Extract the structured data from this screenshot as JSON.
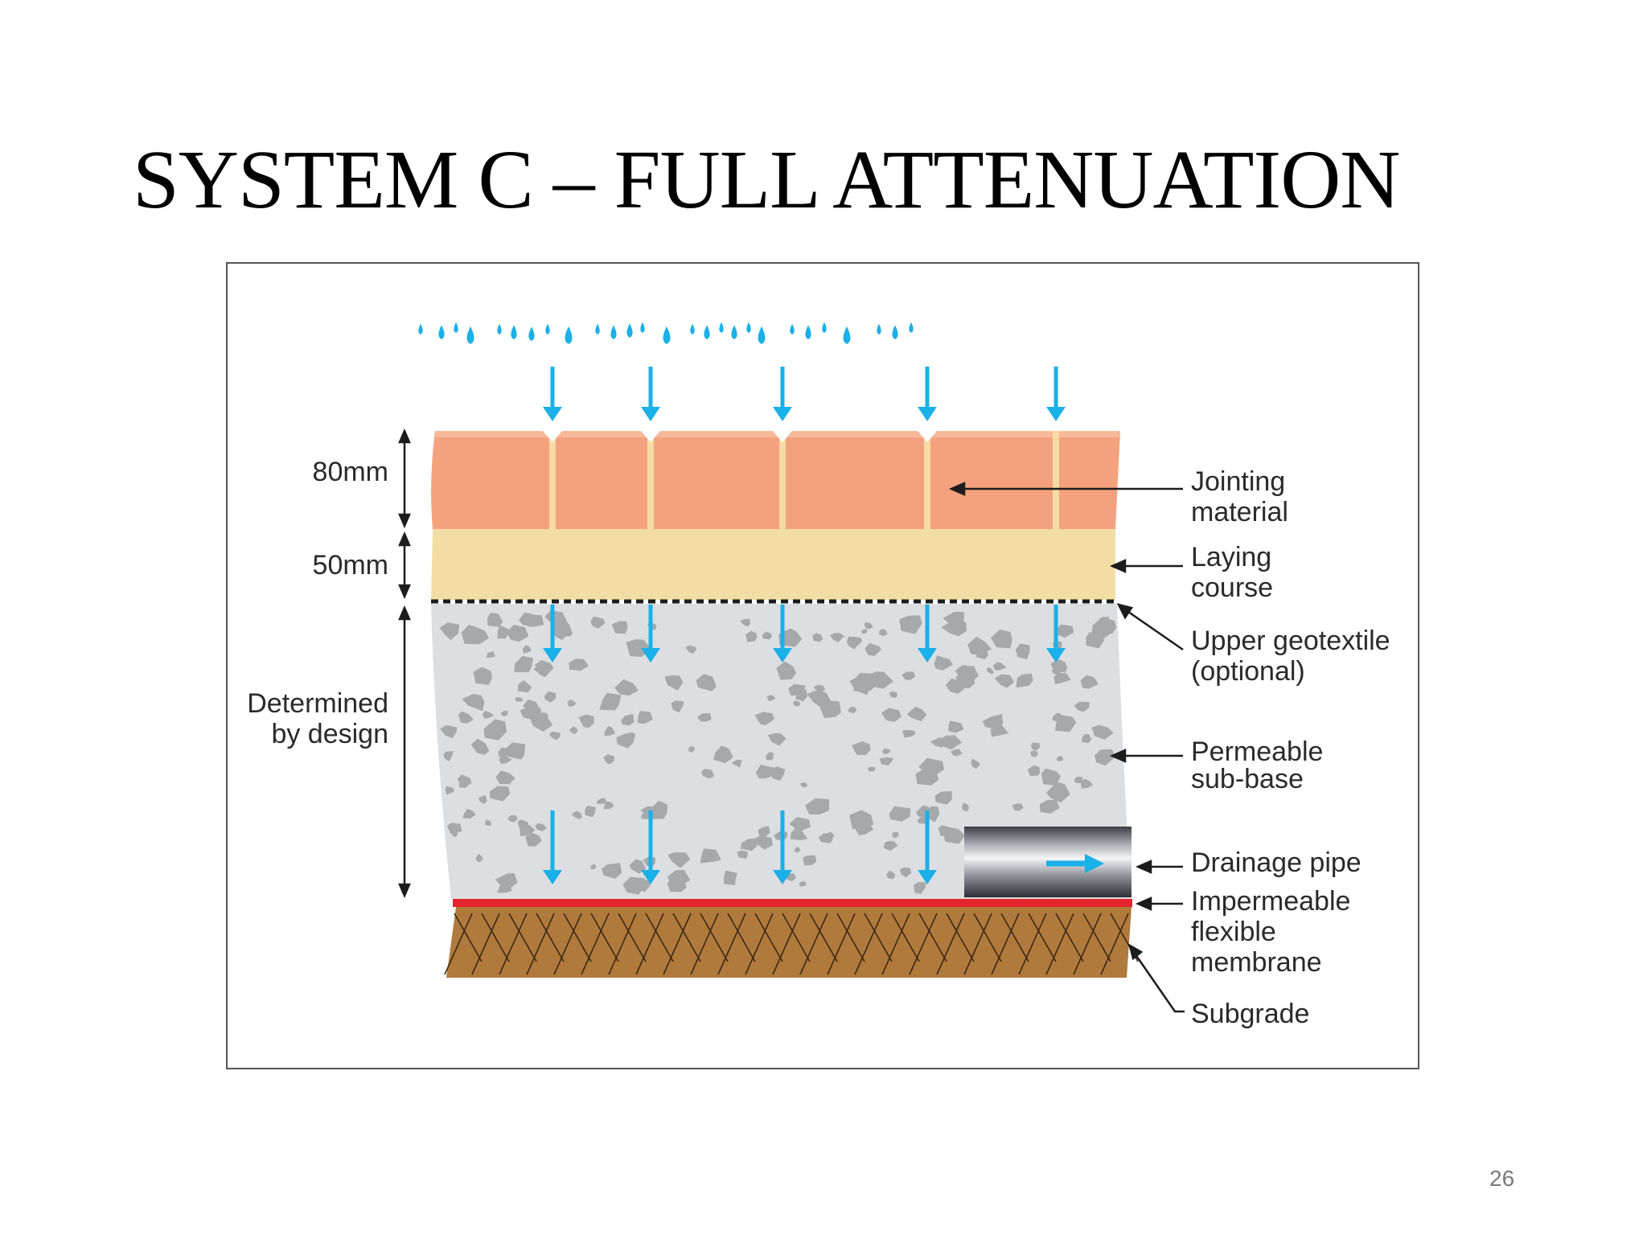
{
  "slide": {
    "title": "SYSTEM C – FULL ATTENUATION",
    "page_number": "26"
  },
  "diagram": {
    "dimensions": [
      "80mm",
      "50mm",
      "Determined",
      "by design"
    ],
    "labels": {
      "jointing": [
        "Jointing",
        "material"
      ],
      "laying": [
        "Laying",
        "course"
      ],
      "geotextile": [
        "Upper geotextile",
        "(optional)"
      ],
      "subbase": [
        "Permeable",
        "sub-base"
      ],
      "pipe": [
        "Drainage pipe"
      ],
      "membrane": [
        "Impermeable",
        "flexible",
        "membrane"
      ],
      "subgrade": [
        "Subgrade"
      ]
    },
    "colors": {
      "water": "#1ab0e8",
      "paving": "#f4a27e",
      "joint": "#f7dba4",
      "laying_course": "#f2dea5",
      "subbase": "#dcdee1",
      "aggregate": "#a6a8ab",
      "membrane": "#e3262d",
      "subgrade": "#b07a3c"
    }
  }
}
